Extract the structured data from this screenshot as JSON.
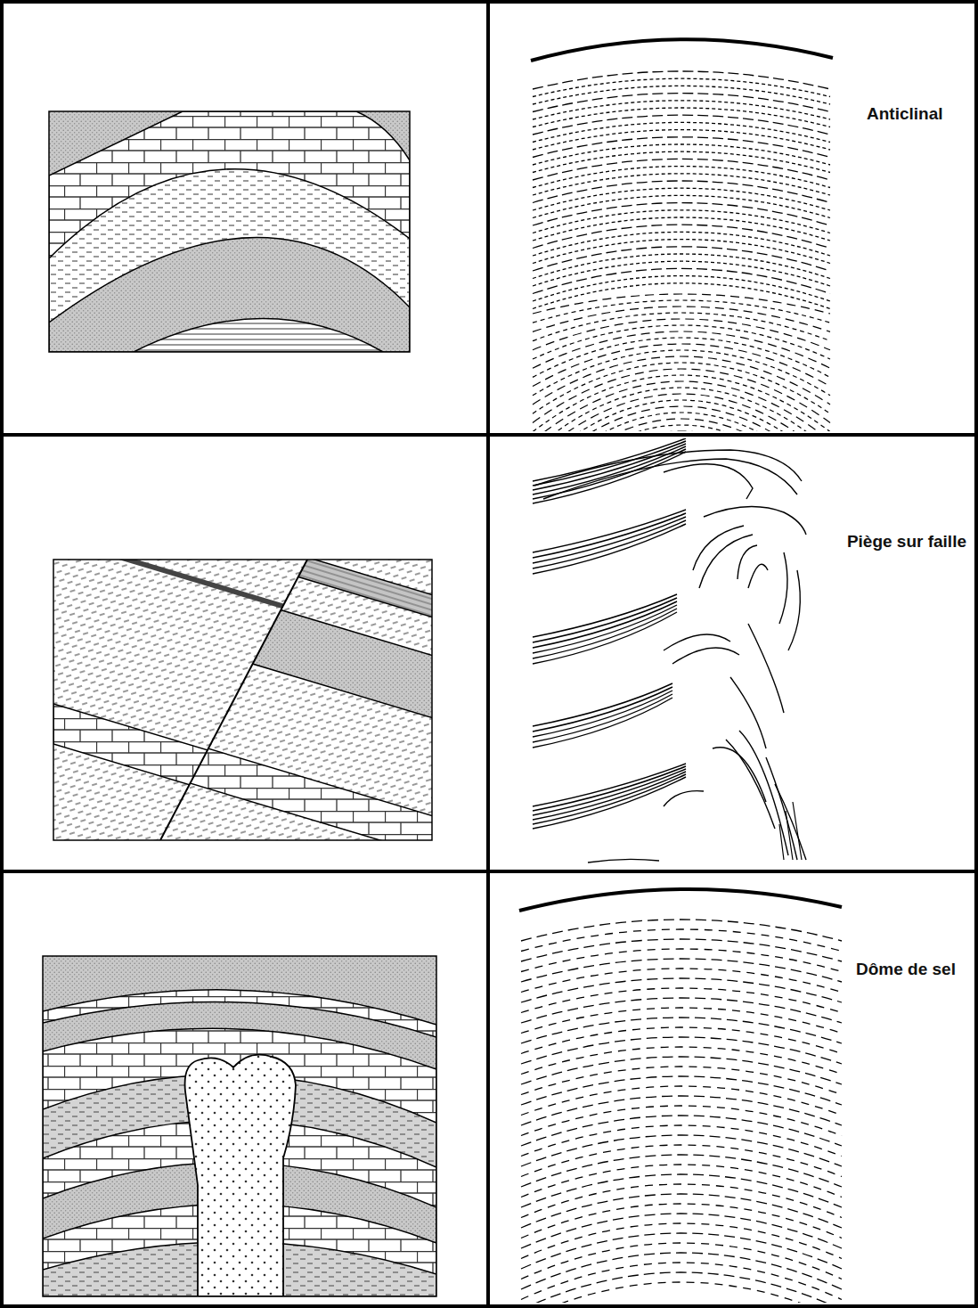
{
  "diagram": {
    "labels": [
      "Anticlinal",
      "Piège sur faille",
      "Dôme de sel"
    ]
  }
}
